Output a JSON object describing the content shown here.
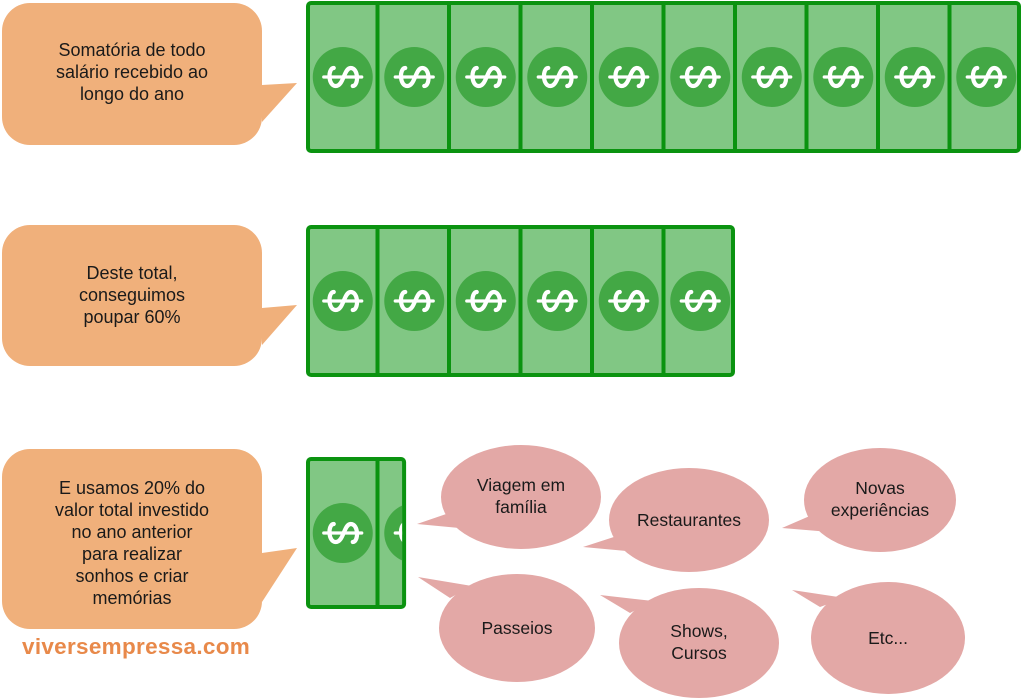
{
  "colors": {
    "callout_fill": "#f0b07b",
    "bill_border": "#0b9310",
    "bill_fill": "#81c784",
    "coin_fill": "#43a845",
    "coin_glyph": "#ffffff",
    "dream_fill": "#e3a8a6",
    "watermark": "#e8894a"
  },
  "icons": {
    "bill": "dollar-bill-icon",
    "coin": "dollar-sign-icon"
  },
  "rows": [
    {
      "id": "salary",
      "text": "Somatória de todo\nsalário recebido ao\nlongo do ano",
      "bills": 10,
      "partial_bill_fraction": 0
    },
    {
      "id": "savings",
      "text": "Deste total,\nconseguimos\npoupar 60%",
      "bills": 6,
      "partial_bill_fraction": 0
    },
    {
      "id": "dreams",
      "text": "E usamos 20% do\nvalor total investido\nno ano anterior\npara realizar\nsonhos e criar\nmemórias",
      "bills": 1,
      "partial_bill_fraction": 0.4
    }
  ],
  "dreams": [
    {
      "id": "viagem",
      "text": "Viagem em\nfamília"
    },
    {
      "id": "restaurantes",
      "text": "Restaurantes"
    },
    {
      "id": "novas",
      "text": "Novas\nexperiências"
    },
    {
      "id": "passeios",
      "text": "Passeios"
    },
    {
      "id": "shows",
      "text": "Shows,\nCursos"
    },
    {
      "id": "etc",
      "text": "Etc..."
    }
  ],
  "watermark": "viversempressa.com"
}
